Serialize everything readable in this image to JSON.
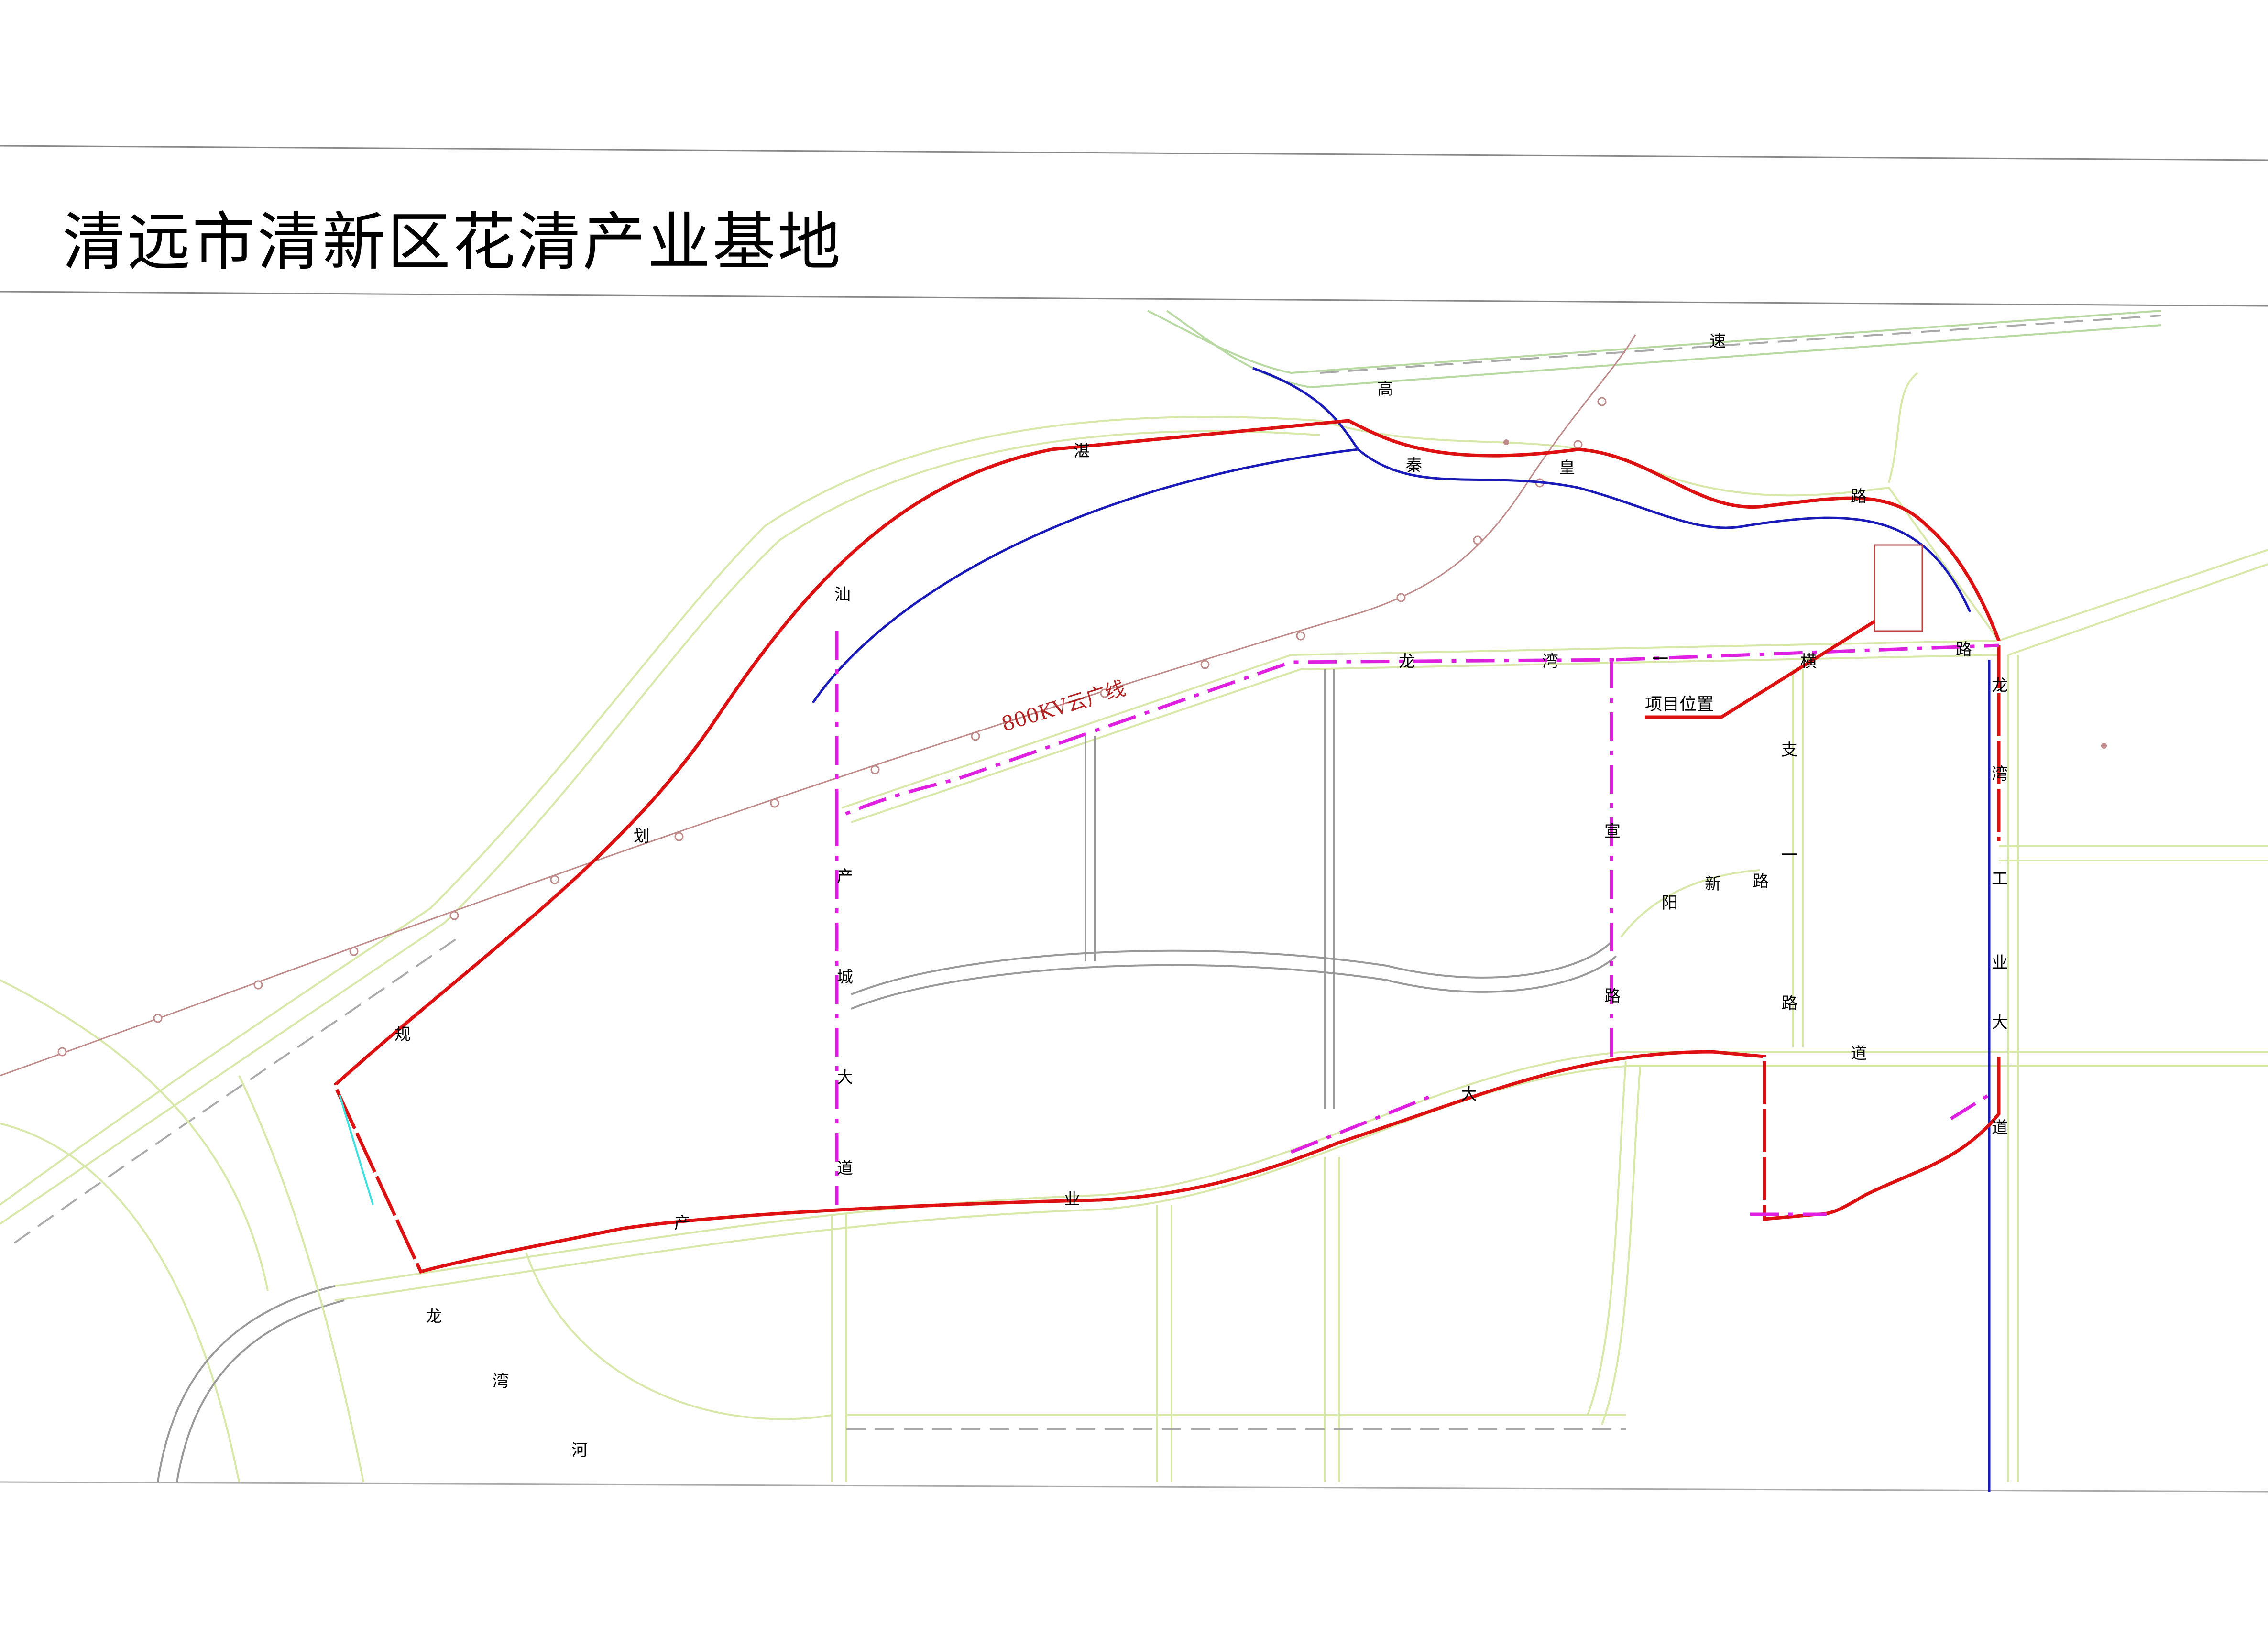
{
  "title": "清远市清新区花清产业基地",
  "colors": {
    "boundary_red": "#dd1111",
    "route_magenta": "#e020e0",
    "route_blue": "#1a1ab8",
    "road_green": "#c8e6b0",
    "power_line": "#c08a8a",
    "cyan": "#40e0e0"
  },
  "road_labels": {
    "gao": "高",
    "su": "速",
    "qin": "秦",
    "huang": "皇",
    "lu_top": "路",
    "shan": "汕",
    "zhan": "湛",
    "hua": "划",
    "gui": "规",
    "chan": "产",
    "cheng": "城",
    "da": "大",
    "dao": "道",
    "long": "龙",
    "wan": "湾",
    "yi": "一",
    "heng": "横",
    "lu_lw": "路",
    "zhi": "支",
    "yi2": "一",
    "lu_zhi": "路",
    "xuan": "宣",
    "yang": "阳",
    "xin": "新",
    "lu_xy": "路",
    "lu_xy2": "路",
    "long2": "龙",
    "wan2": "湾",
    "gong": "工",
    "ye": "业",
    "da2": "大",
    "dao2": "道",
    "dao3": "道",
    "da3": "大",
    "ye2": "业",
    "chan2": "产",
    "long3": "龙",
    "wan3": "湾",
    "he": "河"
  },
  "power_line_label": "800KV云广线",
  "project_location": "项目位置"
}
